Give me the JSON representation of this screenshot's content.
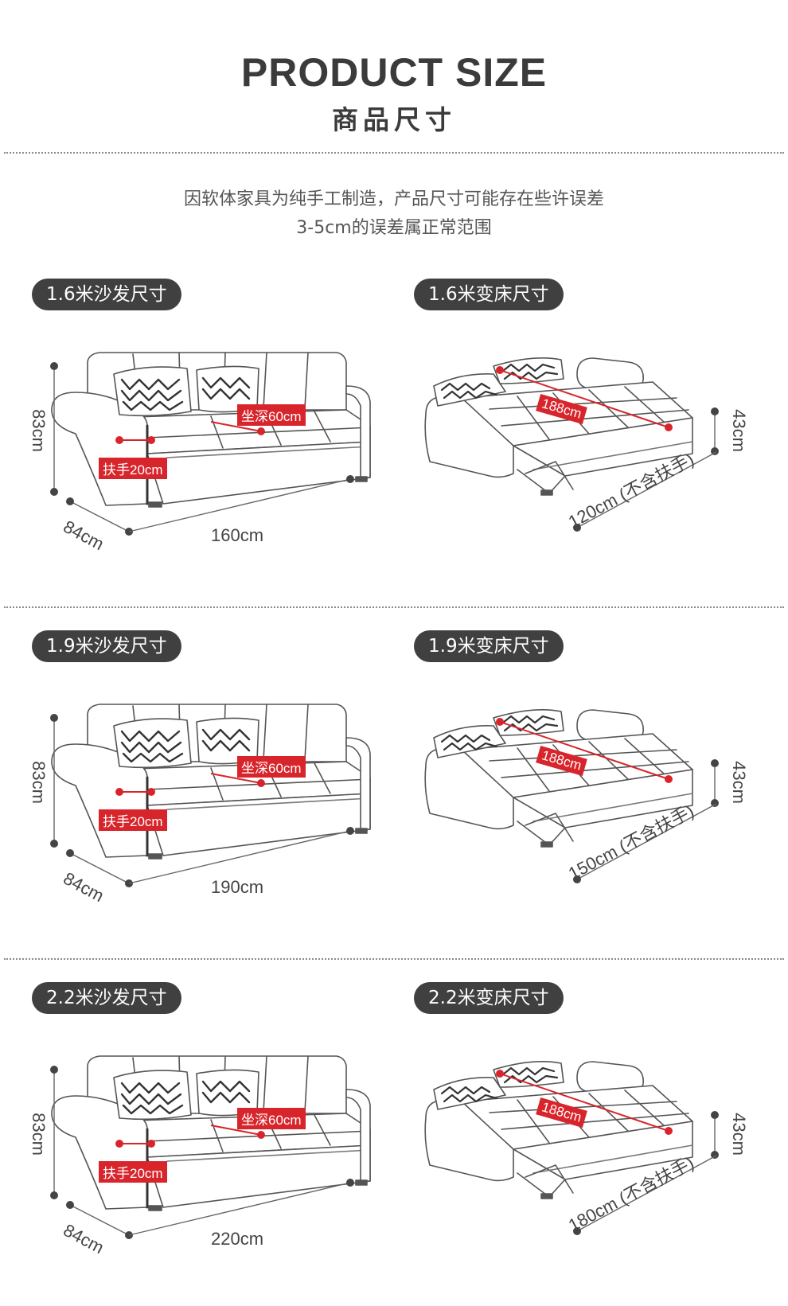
{
  "header": {
    "title_en": "PRODUCT SIZE",
    "title_cn": "商品尺寸"
  },
  "note": {
    "line1": "因软体家具为纯手工制造，产品尺寸可能存在些许误差",
    "line2": "3-5cm的误差属正常范围"
  },
  "colors": {
    "accent": "#d8252c",
    "pill": "#404040",
    "text": "#3b3b3b"
  },
  "sections": [
    {
      "sofa_label": "1.6米沙发尺寸",
      "bed_label": "1.6米变床尺寸",
      "height": "83cm",
      "depth": "84cm",
      "width": "160cm",
      "seat_depth": "坐深60cm",
      "armrest": "扶手20cm",
      "bed_length": "188cm",
      "bed_height": "43cm",
      "bed_width": "120cm (不含扶手)"
    },
    {
      "sofa_label": "1.9米沙发尺寸",
      "bed_label": "1.9米变床尺寸",
      "height": "83cm",
      "depth": "84cm",
      "width": "190cm",
      "seat_depth": "坐深60cm",
      "armrest": "扶手20cm",
      "bed_length": "188cm",
      "bed_height": "43cm",
      "bed_width": "150cm (不含扶手)"
    },
    {
      "sofa_label": "2.2米沙发尺寸",
      "bed_label": "2.2米变床尺寸",
      "height": "83cm",
      "depth": "84cm",
      "width": "220cm",
      "seat_depth": "坐深60cm",
      "armrest": "扶手20cm",
      "bed_length": "188cm",
      "bed_height": "43cm",
      "bed_width": "180cm (不含扶手)"
    }
  ]
}
